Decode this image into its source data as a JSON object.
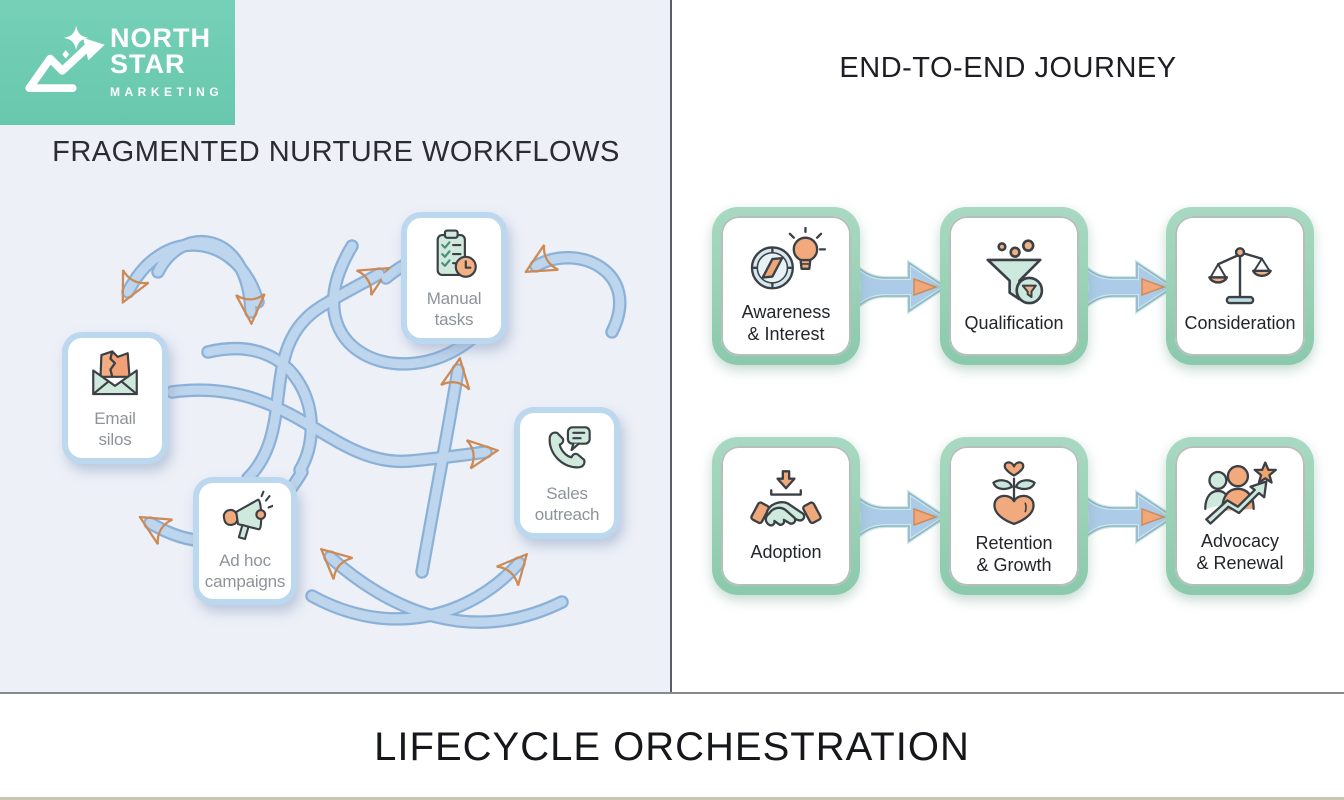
{
  "logo": {
    "name": "NORTH\nSTAR",
    "subtitle": "MARKETING"
  },
  "left_panel": {
    "title": "FRAGMENTED NURTURE WORKFLOWS",
    "nodes": [
      {
        "label": "Manual\ntasks",
        "icon": "clipboard-clock-icon"
      },
      {
        "label": "Email\nsilos",
        "icon": "broken-email-icon"
      },
      {
        "label": "Ad hoc\ncampaigns",
        "icon": "megaphone-icon"
      },
      {
        "label": "Sales\noutreach",
        "icon": "phone-chat-icon"
      }
    ]
  },
  "right_panel": {
    "title": "END-TO-END JOURNEY",
    "stages": [
      {
        "label": "Awareness\n& Interest",
        "icon": "compass-lightbulb-icon"
      },
      {
        "label": "Qualification",
        "icon": "funnel-icon"
      },
      {
        "label": "Consideration",
        "icon": "balance-scale-icon"
      },
      {
        "label": "Adoption",
        "icon": "handshake-icon"
      },
      {
        "label": "Retention\n& Growth",
        "icon": "heart-plant-icon"
      },
      {
        "label": "Advocacy\n& Renewal",
        "icon": "advocates-growth-icon"
      }
    ]
  },
  "footer": {
    "title": "LIFECYCLE ORCHESTRATION"
  },
  "colors": {
    "brand_teal": "#6fcbb2",
    "left_panel_bg": "#edf0f7",
    "chaos_box_border": "#bcd8ef",
    "arrow_blue": "#bdd6ee",
    "arrow_orange": "#f0a87b",
    "stage_border_green": "#93ccb1",
    "title_dark": "#1d1e24"
  }
}
